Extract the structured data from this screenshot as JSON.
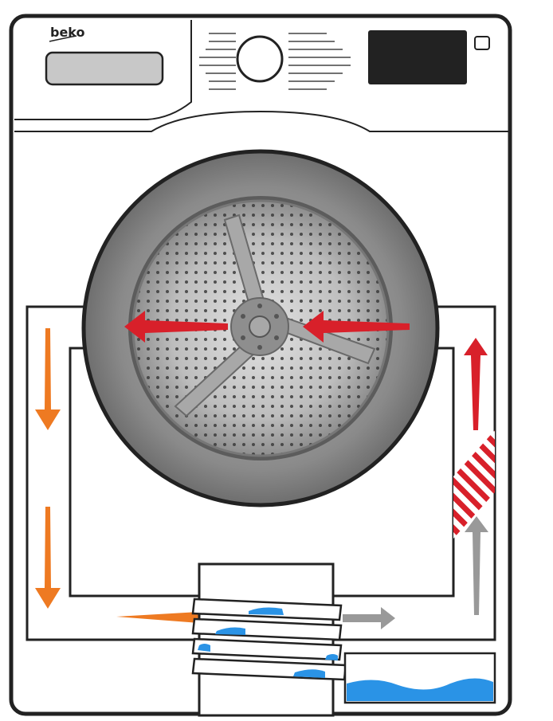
{
  "brand": {
    "name": "beko"
  },
  "colors": {
    "outline": "#222222",
    "hot_air": "#d8202a",
    "warm_air": "#ee7a22",
    "cool_air": "#999999",
    "water": "#2a93e6",
    "drum_outer": "#7b7b7b",
    "drum_inner": "#9a9a9a",
    "display": "#222222",
    "panel_slot": "#c8c8c8"
  },
  "icons": {
    "hot_air": "arrow-left",
    "hot_air_up": "arrow-up",
    "warm_air_down": "arrow-down",
    "cool_air": "arrow-right",
    "heater": "striped-heating-element",
    "condenser": "plate-heat-exchanger",
    "water_tank": "water-container"
  }
}
